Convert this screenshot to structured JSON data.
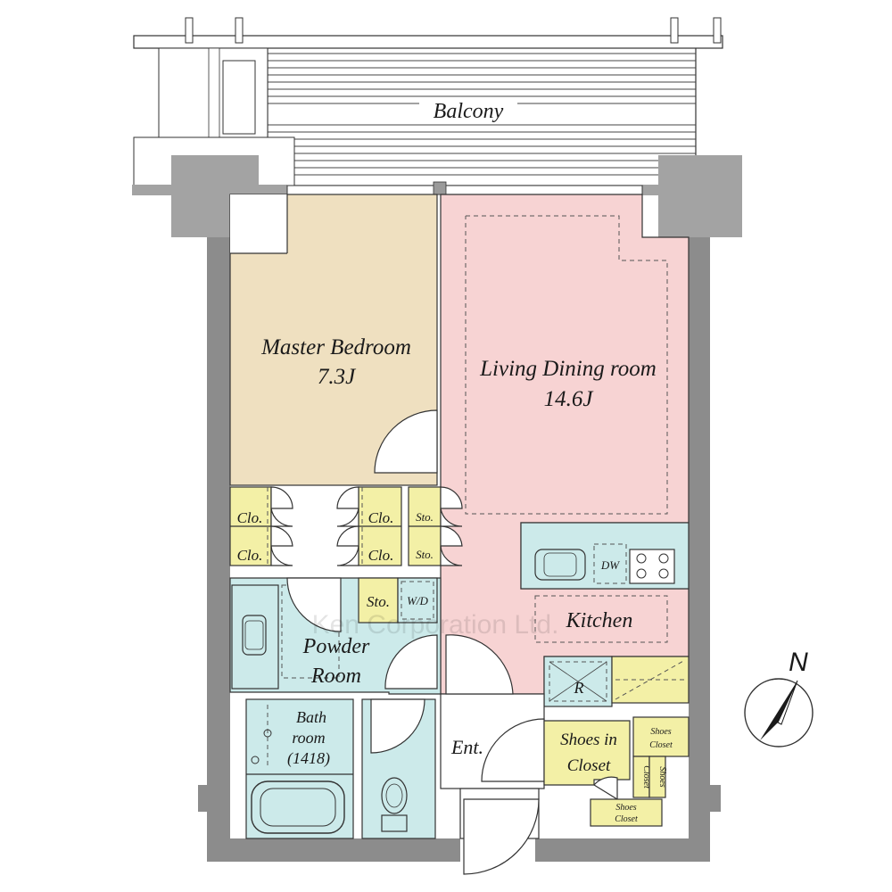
{
  "rooms": {
    "balcony": "Balcony",
    "master_bedroom": {
      "name": "Master Bedroom",
      "size": "7.3J"
    },
    "living_dining": {
      "name": "Living Dining room",
      "size": "14.6J"
    },
    "kitchen": "Kitchen",
    "powder_room": {
      "line1": "Powder",
      "line2": "Room"
    },
    "bathroom": {
      "line1": "Bath",
      "line2": "room",
      "line3": "(1418)"
    },
    "entrance": "Ent.",
    "shoes_in_closet": {
      "line1": "Shoes in",
      "line2": "Closet"
    }
  },
  "storage": {
    "closet": "Clo.",
    "storage": "Sto.",
    "washer_dryer": "W/D",
    "dishwasher": "DW",
    "refrigerator": "R",
    "shoes_closet": {
      "line1": "Shoes",
      "line2": "Closet"
    }
  },
  "compass": {
    "north": "N"
  },
  "watermark": "Ken Corporation Ltd.",
  "colors": {
    "bedroom_fill": "#efe0c0",
    "living_fill": "#f7d3d3",
    "wet_area_fill": "#cceaea",
    "storage_fill": "#f3f0a6",
    "wall": "#8c8c8c",
    "pillar": "#a3a3a3"
  }
}
